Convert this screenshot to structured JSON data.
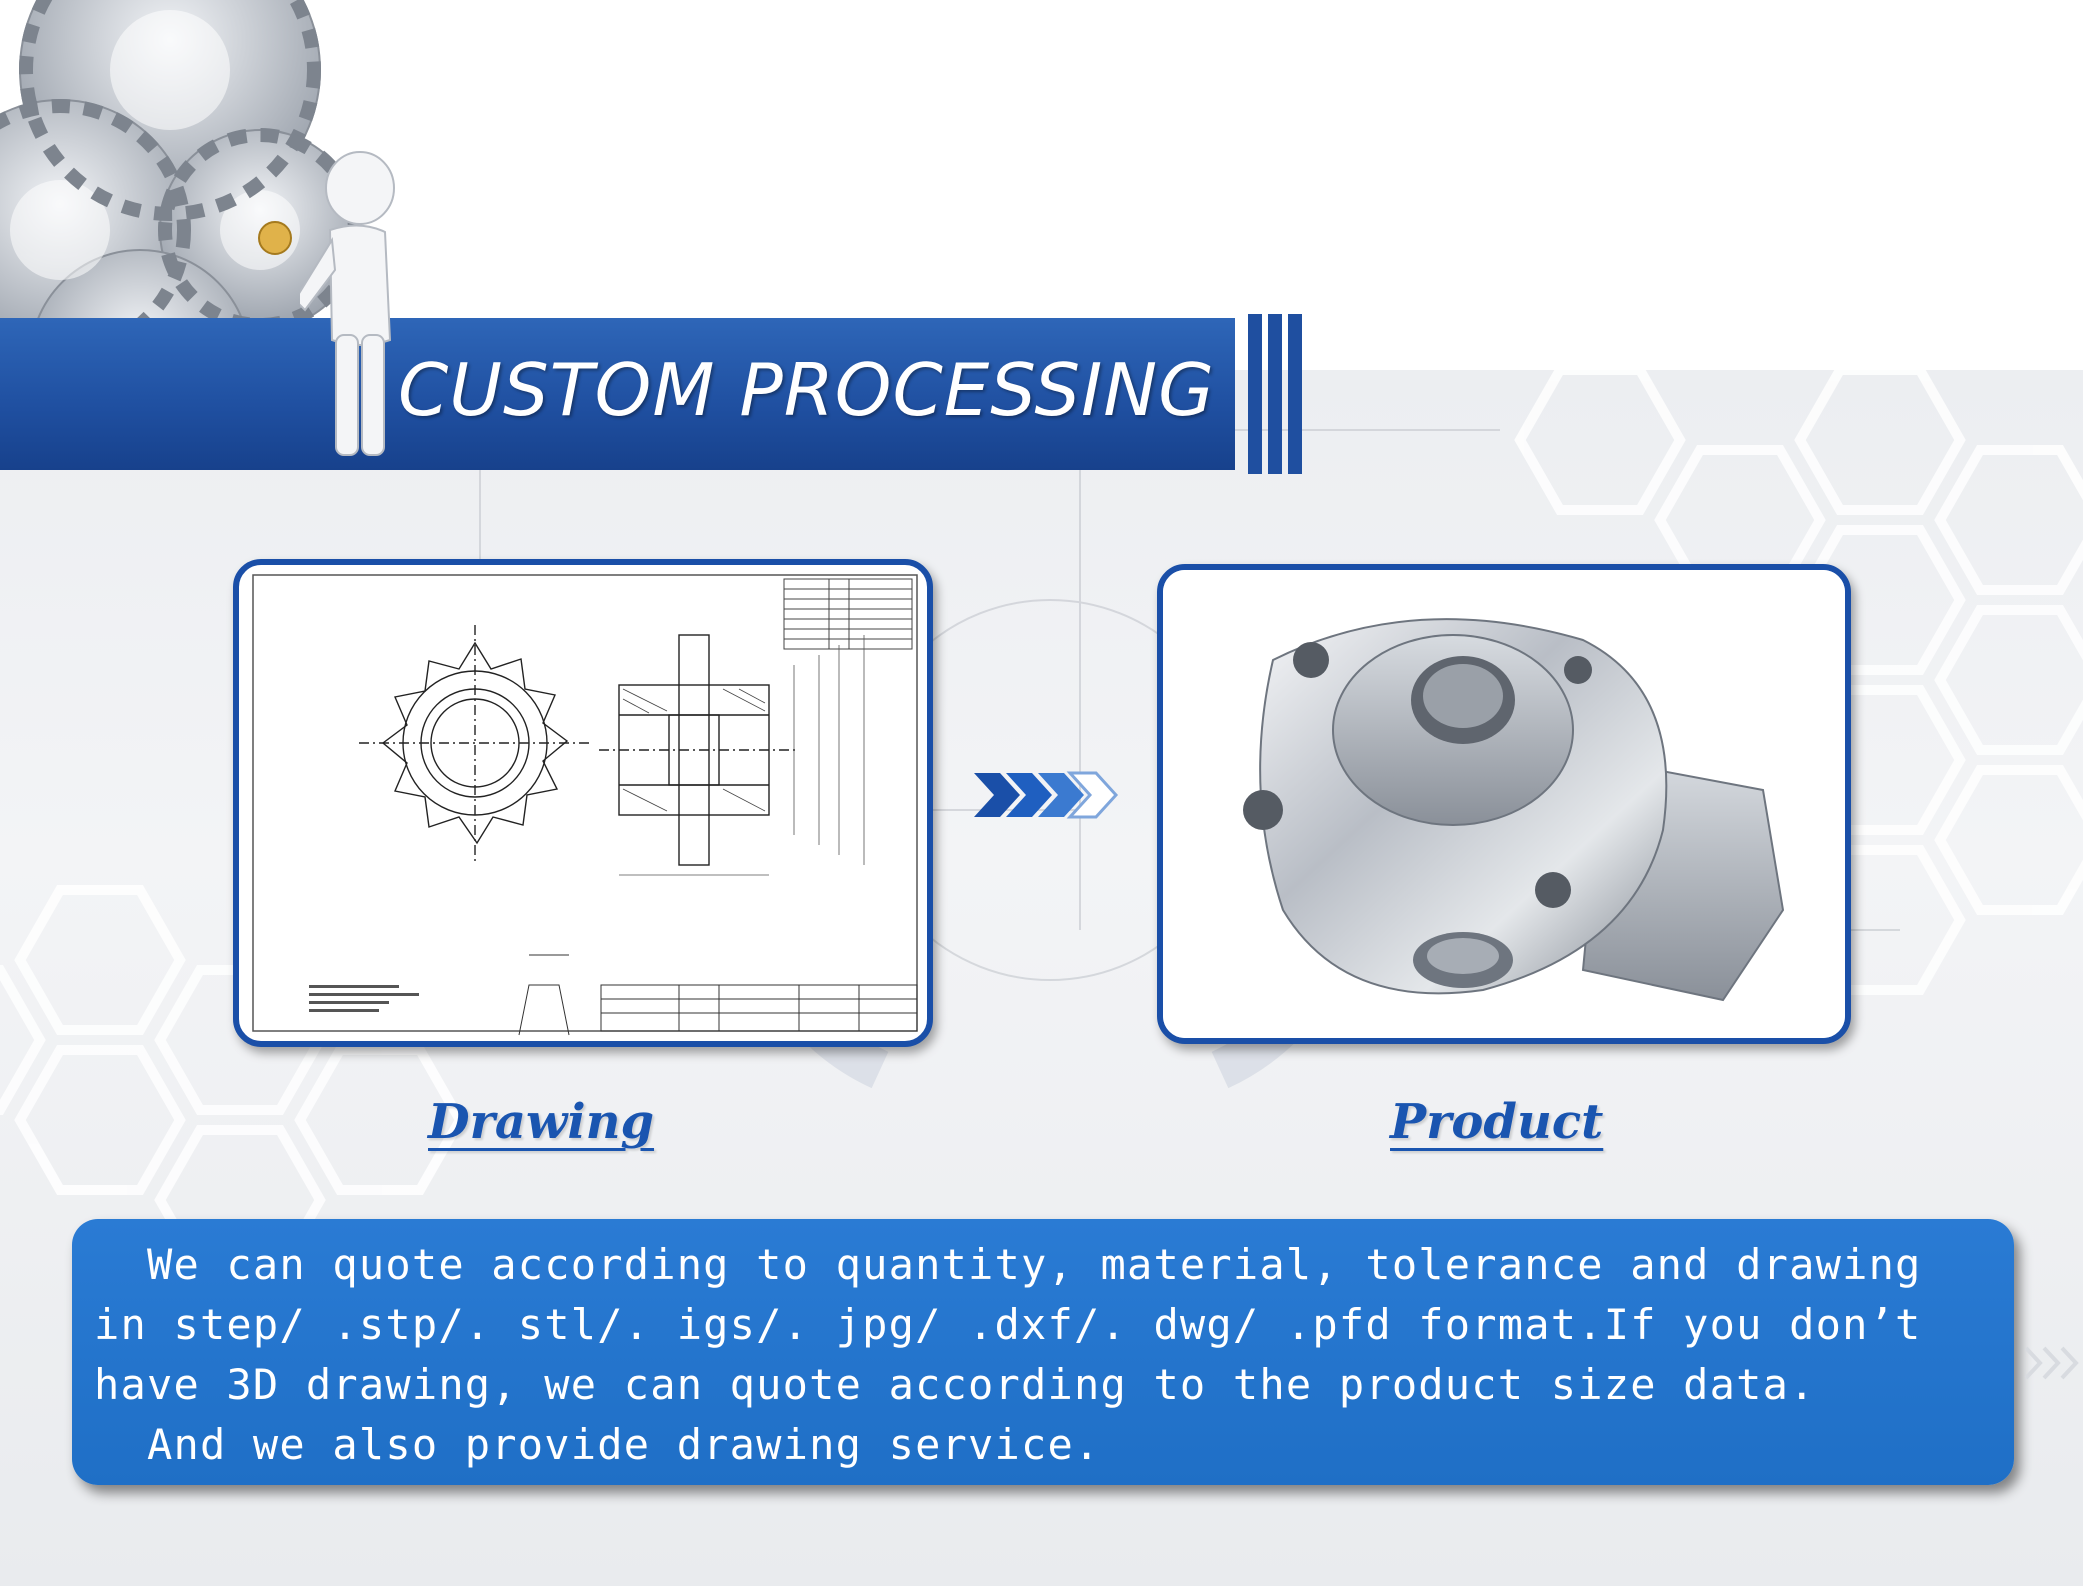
{
  "banner": {
    "title": "CUSTOM PROCESSING"
  },
  "captions": {
    "drawing": "Drawing",
    "product": "Product"
  },
  "description": {
    "lines": [
      "  We can quote according to quantity, material, tolerance and drawing",
      "in step/ .stp/. stl/. igs/. jpg/ .dxf/. dwg/ .pfd format.If you don’t",
      "have 3D drawing, we can quote according to the product size data.",
      "  And we also provide drawing service."
    ]
  },
  "colors": {
    "brand_blue": "#1a4fa8",
    "text_box_blue": "#2576cf",
    "caption_blue": "#1a55b0"
  },
  "icons": {
    "gears": "gears-illustration",
    "figure": "white-figure-illustration",
    "arrows": "chevron-right-icon"
  }
}
